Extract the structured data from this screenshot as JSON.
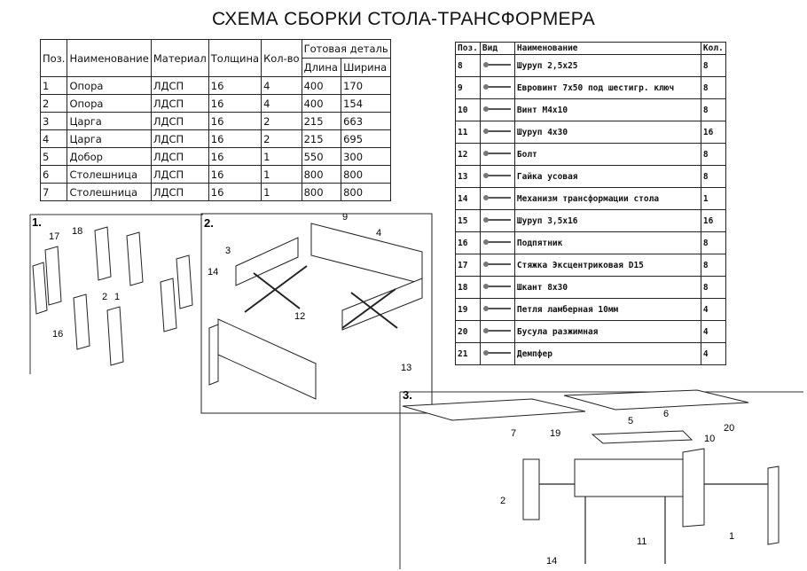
{
  "title": "СХЕМА СБОРКИ  СТОЛА-ТРАНСФОРМЕРА",
  "parts_table": {
    "headers": {
      "pos": "Поз.",
      "name": "Наименование",
      "material": "Материал",
      "thickness": "Толщина",
      "qty": "Кол-во",
      "finished": "Готовая деталь",
      "length": "Длина",
      "width": "Ширина"
    },
    "rows": [
      [
        "1",
        "Опора",
        "ЛДСП",
        "16",
        "4",
        "400",
        "170"
      ],
      [
        "2",
        "Опора",
        "ЛДСП",
        "16",
        "4",
        "400",
        "154"
      ],
      [
        "3",
        "Царга",
        "ЛДСП",
        "16",
        "2",
        "215",
        "663"
      ],
      [
        "4",
        "Царга",
        "ЛДСП",
        "16",
        "2",
        "215",
        "695"
      ],
      [
        "5",
        "Добор",
        "ЛДСП",
        "16",
        "1",
        "550",
        "300"
      ],
      [
        "6",
        "Столешница",
        "ЛДСП",
        "16",
        "1",
        "800",
        "800"
      ],
      [
        "7",
        "Столешница",
        "ЛДСП",
        "16",
        "1",
        "800",
        "800"
      ]
    ]
  },
  "hardware_table": {
    "headers": {
      "pos": "Поз.",
      "view": "Вид",
      "name": "Наименование",
      "qty": "Кол."
    },
    "rows": [
      [
        "8",
        "Шуруп 2,5x25",
        "8"
      ],
      [
        "9",
        "Евровинт 7x50 под шестигр. ключ",
        "8"
      ],
      [
        "10",
        "Винт М4x10",
        "8"
      ],
      [
        "11",
        "Шуруп 4x30",
        "16"
      ],
      [
        "12",
        "Болт",
        "8"
      ],
      [
        "13",
        "Гайка усовая",
        "8"
      ],
      [
        "14",
        "Механизм трансформации стола",
        "1"
      ],
      [
        "15",
        "Шуруп 3,5x16",
        "16"
      ],
      [
        "16",
        "Подпятник",
        "8"
      ],
      [
        "17",
        "Стяжка Эксцентриковая D15",
        "8"
      ],
      [
        "18",
        "Шкант 8x30",
        "8"
      ],
      [
        "19",
        "Петля ламберная 10мм",
        "4"
      ],
      [
        "20",
        "Бусула разжимная",
        "4"
      ],
      [
        "21",
        "Демпфер",
        "4"
      ]
    ]
  },
  "step1": {
    "label": "1.",
    "callouts": [
      "17",
      "18",
      "2",
      "1",
      "16"
    ]
  },
  "step2": {
    "label": "2.",
    "callouts": [
      "9",
      "4",
      "3",
      "14",
      "12",
      "13"
    ]
  },
  "step3": {
    "label": "3.",
    "callouts": [
      "7",
      "19",
      "5",
      "6",
      "20",
      "10",
      "2",
      "14",
      "11",
      "1"
    ]
  }
}
